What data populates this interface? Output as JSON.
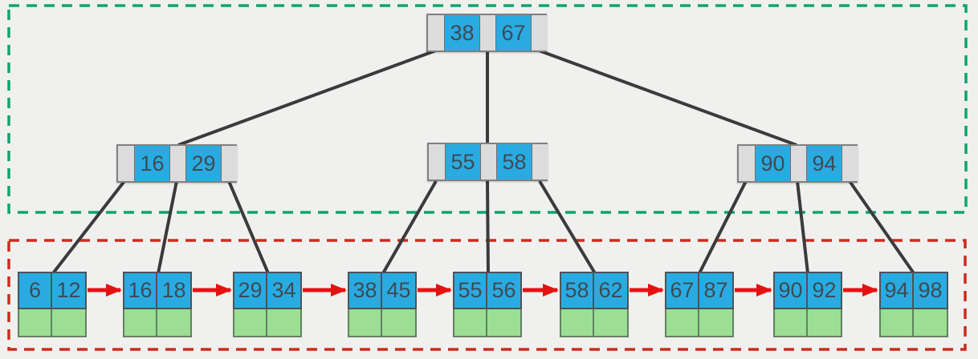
{
  "diagram": {
    "type": "b-plus-tree",
    "root": {
      "keys": [
        "38",
        "67"
      ]
    },
    "internal_nodes": [
      {
        "keys": [
          "16",
          "29"
        ]
      },
      {
        "keys": [
          "55",
          "58"
        ]
      },
      {
        "keys": [
          "90",
          "94"
        ]
      }
    ],
    "leaf_nodes": [
      {
        "keys": [
          "6",
          "12"
        ]
      },
      {
        "keys": [
          "16",
          "18"
        ]
      },
      {
        "keys": [
          "29",
          "34"
        ]
      },
      {
        "keys": [
          "38",
          "45"
        ]
      },
      {
        "keys": [
          "55",
          "56"
        ]
      },
      {
        "keys": [
          "58",
          "62"
        ]
      },
      {
        "keys": [
          "67",
          "87"
        ]
      },
      {
        "keys": [
          "90",
          "92"
        ]
      },
      {
        "keys": [
          "94",
          "98"
        ]
      }
    ],
    "leaf_chain_order": [
      "6-12",
      "16-18",
      "29-34",
      "38-45",
      "55-56",
      "58-62",
      "67-87",
      "90-92",
      "94-98"
    ],
    "colors": {
      "background": "#f0f0ef",
      "key_cell": "#29abe2",
      "pointer_cell": "#dcdcdc",
      "data_cell": "#9cde94",
      "key_text": "#3d4b54",
      "tree_edge": "#3b3b3b",
      "leaf_link_arrow": "#e51212",
      "index_region_border": "#0ca46f",
      "leaf_region_border": "#cd2b1d"
    }
  }
}
